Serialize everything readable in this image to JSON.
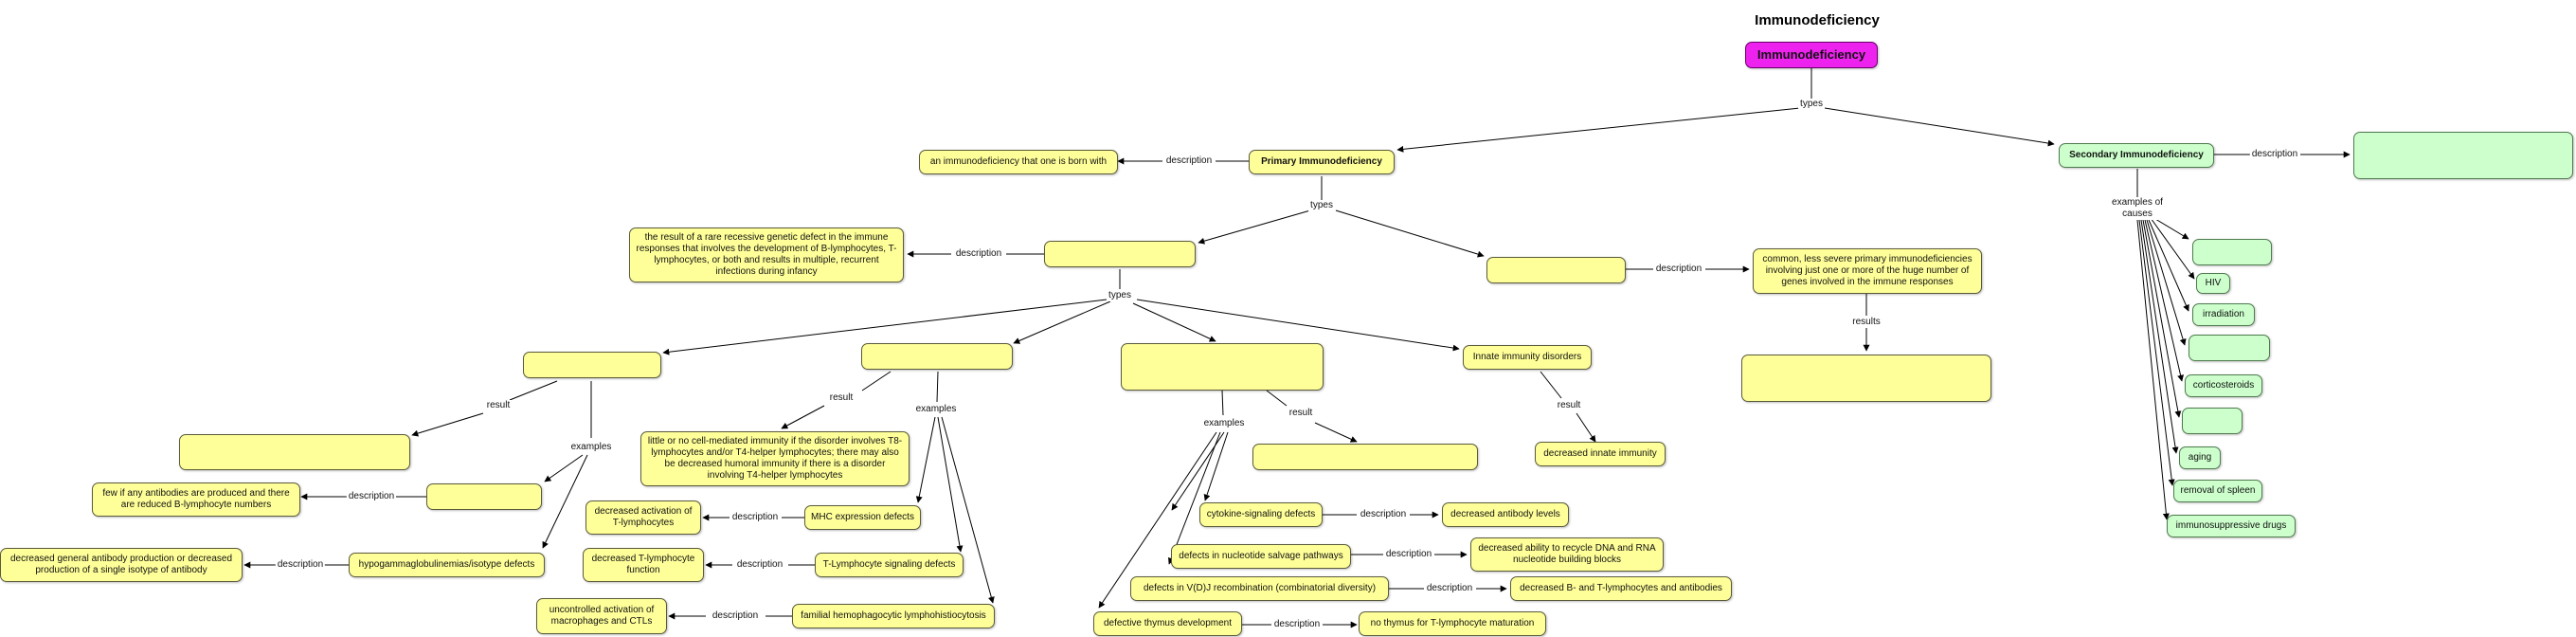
{
  "title": "Immunodeficiency",
  "nodes": {
    "root": "Immunodeficiency",
    "primary": "Primary Immunodeficiency",
    "primary_desc": "an immunodeficiency that one is born with",
    "secondary": "Secondary Immunodeficiency",
    "secondary_desc": "",
    "scid": "",
    "scid_desc": "the result of a rare recessive genetic defect in the immune responses that involves the development of B-lymphocytes, T-lymphocytes, or both and results in multiple, recurrent infections during infancy",
    "mild": "",
    "mild_desc": "common, less severe primary immunodeficiencies involving just one or more of the huge number of genes involved in the immune responses",
    "mild_result": "",
    "b_cell": "",
    "b_cell_result": "",
    "b_cell_example": "",
    "b_cell_example_desc": "few if any antibodies are produced and there are reduced B-lymphocyte numbers",
    "hypogamma": "hypogammaglobulinemias/isotype defects",
    "hypogamma_desc": "decreased general antibody production or decreased production of a single isotype of antibody",
    "t_cell": "",
    "t_cell_result": "little or no cell-mediated immunity if the disorder involves T8-lymphocytes and/or T4-helper lymphocytes; there may also be decreased humoral immunity if there is a disorder involving T4-helper lymphocytes",
    "mhc": "MHC expression defects",
    "mhc_desc": "decreased activation of T-lymphocytes",
    "tls": "T-Lymphocyte signaling defects",
    "tls_desc": "decreased T-lymphocyte function",
    "fhl": "familial hemophagocytic lymphohistiocytosis",
    "fhl_desc": "uncontrolled activation of macrophages and CTLs",
    "combined": "",
    "combined_result": "",
    "cytokine": "cytokine-signaling defects",
    "cytokine_desc": "decreased antibody levels",
    "nucleotide": "defects in nucleotide salvage pathways",
    "nucleotide_desc": "decreased ability to recycle DNA and RNA nucleotide building blocks",
    "vdj": "defects in V(D)J recombination (combinatorial diversity)",
    "vdj_desc": "decreased B- and T-lymphocytes and antibodies",
    "thymus": "defective thymus development",
    "thymus_desc": "no thymus for T-lymphocyte maturation",
    "innate": "Innate immunity disorders",
    "innate_result": "decreased innate immunity",
    "cause1": "",
    "hiv": "HIV",
    "irradiation": "irradiation",
    "cause4": "",
    "corticosteroids": "corticosteroids",
    "cause6": "",
    "aging": "aging",
    "spleen": "removal of spleen",
    "immunosuppressive": "immunosuppressive drugs"
  },
  "labels": {
    "root_types": "types",
    "primary_description": "description",
    "primary_types": "types",
    "secondary_description": "description",
    "secondary_examples": "examples of causes",
    "scid_description": "description",
    "mild_description": "description",
    "mild_results": "results",
    "scid_types": "types",
    "b_result": "result",
    "b_examples": "examples",
    "b_ex_description": "description",
    "hypo_description": "description",
    "t_result": "result",
    "t_examples": "examples",
    "mhc_description": "description",
    "tls_description": "description",
    "fhl_description": "description",
    "c_examples": "examples",
    "c_result": "result",
    "cyt_description": "description",
    "nuc_description": "description",
    "vdj_description": "description",
    "thy_description": "description",
    "innate_result": "result"
  },
  "colors": {
    "root": "#ee22ee",
    "yellow": "#ffff99",
    "green": "#ccffcc",
    "edge": "#000000"
  }
}
